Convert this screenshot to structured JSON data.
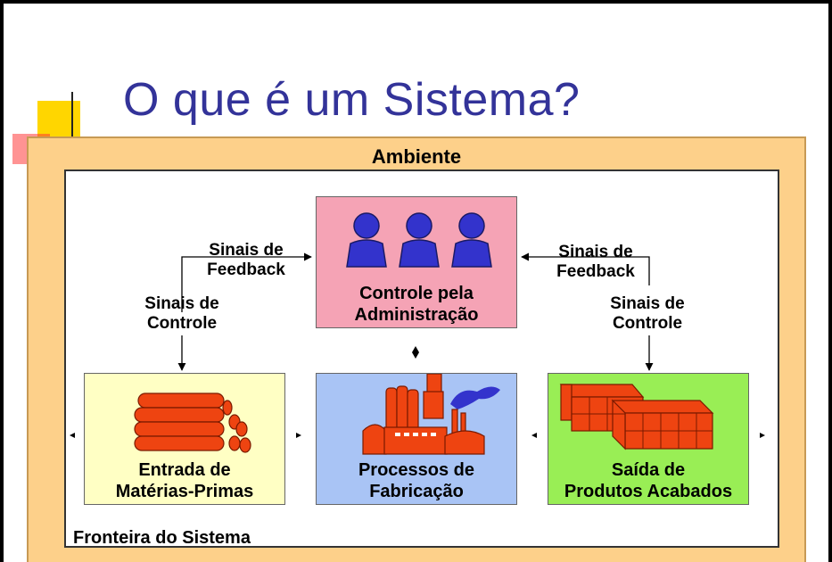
{
  "slide": {
    "title": "O que é um Sistema?"
  },
  "diagram": {
    "environment_label": "Ambiente",
    "boundary_label": "Fronteira do Sistema",
    "boxes": {
      "control": {
        "line1": "Controle pela",
        "line2": "Administração",
        "color": "#f5a3b5"
      },
      "input": {
        "line1": "Entrada de",
        "line2": "Matérias-Primas",
        "color": "#ffffc4"
      },
      "process": {
        "line1": "Processos de",
        "line2": "Fabricação",
        "color": "#a9c4f5"
      },
      "output": {
        "line1": "Saída de",
        "line2": "Produtos Acabados",
        "color": "#99ee55"
      }
    },
    "left": {
      "feedback_line1": "Sinais de",
      "feedback_line2": "Feedback",
      "control_line1": "Sinais de",
      "control_line2": "Controle"
    },
    "right": {
      "feedback_line1": "Sinais de",
      "feedback_line2": "Feedback",
      "control_line1": "Sinais de",
      "control_line2": "Controle"
    },
    "icons": [
      "people-icon",
      "pipes-icon",
      "factory-icon",
      "bricks-icon"
    ],
    "colors": {
      "environment": "#fdd08a",
      "title": "#333399",
      "icon_orange": "#ee4411",
      "icon_blue": "#3333cc"
    }
  }
}
